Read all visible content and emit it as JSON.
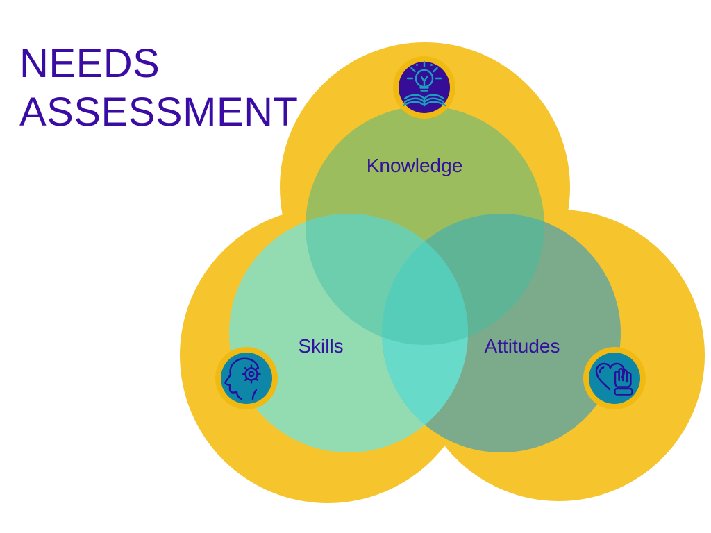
{
  "slide": {
    "title": "NEEDS ASSESSMENT"
  },
  "venn": {
    "sets": [
      {
        "label": "Knowledge",
        "icon": "lightbulb-book-icon",
        "position": "top"
      },
      {
        "label": "Skills",
        "icon": "head-gear-icon",
        "position": "bottom-left"
      },
      {
        "label": "Attitudes",
        "icon": "heart-hand-icon",
        "position": "bottom-right"
      }
    ]
  },
  "colors": {
    "background": "#FFFFFF",
    "disc_yellow": "#F6C42D",
    "badge_ring_gold": "#F0BA12",
    "knowledge_fill": "#9BBD5E",
    "skills_fill": "#93DCB2",
    "attitudes_fill": "#7CAB8C",
    "knowledge_skills_overlap": "#6CCEAC",
    "knowledge_attitudes_overlap": "#5FB496",
    "skills_attitudes_overlap": "#67DAC9",
    "triple_overlap": "#55CDB9",
    "title_text": "#3A0CA3",
    "label_text": "#34109E",
    "badge_knowledge_bg": "#360D96",
    "badge_skills_bg": "#0E86A8",
    "badge_attitudes_bg": "#0E86A8",
    "icon_stroke_teal": "#1AA0BE",
    "icon_stroke_purple": "#2A0D9B"
  }
}
